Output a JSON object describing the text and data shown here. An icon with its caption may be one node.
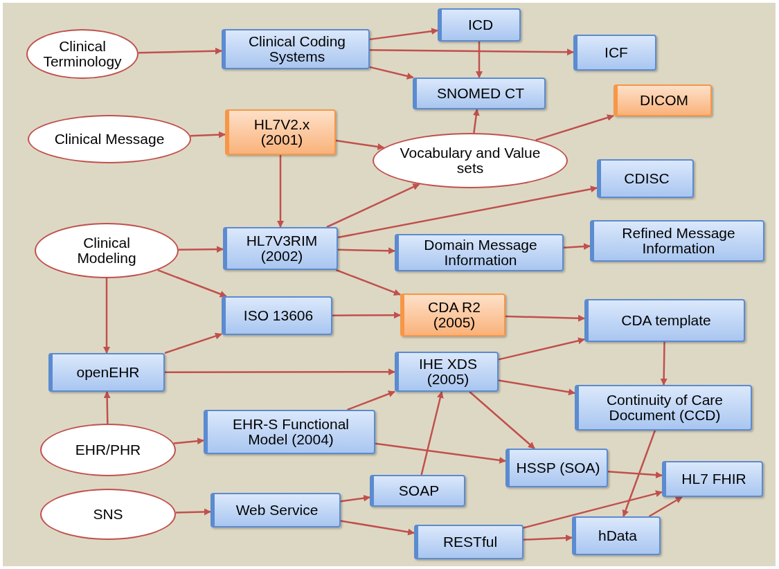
{
  "diagram": {
    "nodes": [
      {
        "text": [
          "Clinical Terminology"
        ]
      },
      {
        "text": [
          "Clinical Coding Systems"
        ]
      },
      {
        "text": [
          "ICD"
        ]
      },
      {
        "text": [
          "ICF"
        ]
      },
      {
        "text": [
          "SNOMED CT"
        ]
      },
      {
        "text": [
          "DICOM"
        ]
      },
      {
        "text": [
          "Clinical Message"
        ]
      },
      {
        "text": [
          "HL7V2.x (2001)"
        ]
      },
      {
        "text": [
          "Vocabulary and Value sets"
        ]
      },
      {
        "text": [
          "CDISC"
        ]
      },
      {
        "text": [
          "Clinical Modeling"
        ]
      },
      {
        "text": [
          "HL7V3RIM (2002)"
        ]
      },
      {
        "text": [
          "Domain Message Information"
        ]
      },
      {
        "text": [
          "Refined Message Information"
        ]
      },
      {
        "text": [
          "ISO 13606"
        ]
      },
      {
        "text": [
          "CDA R2 (2005)"
        ]
      },
      {
        "text": [
          "CDA template"
        ]
      },
      {
        "text": [
          "openEHR"
        ]
      },
      {
        "text": [
          "IHE XDS (2005)"
        ]
      },
      {
        "text": [
          "Continuity of Care Document (CCD)"
        ]
      },
      {
        "text": [
          "EHR/PHR"
        ]
      },
      {
        "text": [
          "EHR-S Functional Model (2004)"
        ]
      },
      {
        "text": [
          "HSSP (SOA)"
        ]
      },
      {
        "text": [
          "SOAP"
        ]
      },
      {
        "text": [
          "HL7 FHIR"
        ]
      },
      {
        "text": [
          "SNS"
        ]
      },
      {
        "text": [
          "Web Service"
        ]
      },
      {
        "text": [
          "RESTful"
        ]
      },
      {
        "text": [
          "hData"
        ]
      }
    ],
    "edges": [
      {
        "from": 0,
        "to": 1,
        "arrow": "to"
      },
      {
        "from": 1,
        "to": 2,
        "arrow": "to"
      },
      {
        "from": 1,
        "to": 3,
        "arrow": "to"
      },
      {
        "from": 1,
        "to": 4,
        "arrow": "to"
      },
      {
        "from": 2,
        "to": 4,
        "arrow": "to"
      },
      {
        "from": 8,
        "to": 4,
        "arrow": "to"
      },
      {
        "from": 8,
        "to": 5,
        "arrow": "to"
      },
      {
        "from": 6,
        "to": 7,
        "arrow": "to"
      },
      {
        "from": 7,
        "to": 8,
        "arrow": "to"
      },
      {
        "from": 7,
        "to": 11,
        "arrow": "to"
      },
      {
        "from": 10,
        "to": 11,
        "arrow": "to"
      },
      {
        "from": 11,
        "to": 8,
        "arrow": "to"
      },
      {
        "from": 11,
        "to": 9,
        "arrow": "to"
      },
      {
        "from": 11,
        "to": 12,
        "arrow": "to"
      },
      {
        "from": 11,
        "to": 15,
        "arrow": "to"
      },
      {
        "from": 12,
        "to": 13,
        "arrow": "to"
      },
      {
        "from": 10,
        "to": 14,
        "arrow": "to"
      },
      {
        "from": 10,
        "to": 17,
        "arrow": "to"
      },
      {
        "from": 17,
        "to": 14,
        "arrow": "to"
      },
      {
        "from": 14,
        "to": 15,
        "arrow": "to"
      },
      {
        "from": 17,
        "to": 18,
        "arrow": "to"
      },
      {
        "from": 15,
        "to": 16,
        "arrow": "to"
      },
      {
        "from": 16,
        "to": 19,
        "arrow": "to"
      },
      {
        "from": 18,
        "to": 16,
        "arrow": "to"
      },
      {
        "from": 18,
        "to": 19,
        "arrow": "to"
      },
      {
        "from": 18,
        "to": 22,
        "arrow": "to"
      },
      {
        "from": 20,
        "to": 17,
        "arrow": "to"
      },
      {
        "from": 20,
        "to": 21,
        "arrow": "to"
      },
      {
        "from": 21,
        "to": 18,
        "arrow": "to"
      },
      {
        "from": 21,
        "to": 22,
        "arrow": "to"
      },
      {
        "from": 23,
        "to": 18,
        "arrow": "to"
      },
      {
        "from": 22,
        "to": 24,
        "arrow": "to"
      },
      {
        "from": 19,
        "to": 28,
        "arrow": "to"
      },
      {
        "from": 25,
        "to": 26,
        "arrow": "to"
      },
      {
        "from": 26,
        "to": 23,
        "arrow": "to"
      },
      {
        "from": 26,
        "to": 27,
        "arrow": "to"
      },
      {
        "from": 27,
        "to": 24,
        "arrow": "to"
      },
      {
        "from": 27,
        "to": 28,
        "arrow": "to"
      },
      {
        "from": 28,
        "to": 24,
        "arrow": "to"
      }
    ]
  }
}
